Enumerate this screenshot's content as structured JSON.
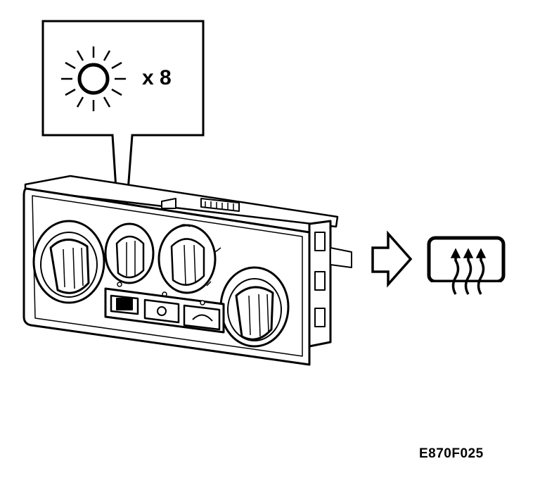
{
  "callout": {
    "icon": "lamp-flash-icon",
    "multiplier": "x 8"
  },
  "result": {
    "arrow_icon": "outline-right-arrow-icon",
    "symbol_icon": "rear-window-defrost-icon"
  },
  "panel": {
    "icon": "climate-control-panel"
  },
  "figure_code": "E870F025",
  "colors": {
    "ink": "#000000",
    "paper": "#ffffff"
  }
}
